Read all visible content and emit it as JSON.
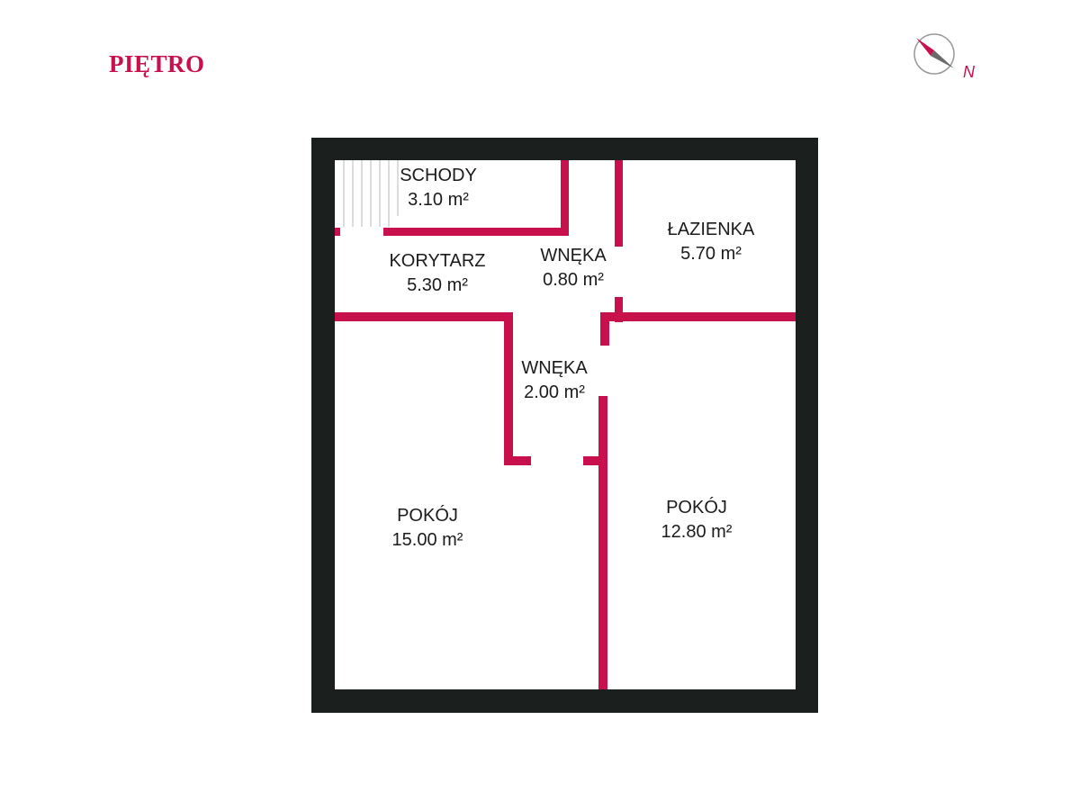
{
  "title": "PIĘTRO",
  "compass": {
    "north_label": "N",
    "icon": "compass-icon"
  },
  "colors": {
    "outer_wall": "#1b1f1e",
    "inner_wall": "#c8104c",
    "title": "#c8104c",
    "text": "#1b1b1b"
  },
  "rooms": [
    {
      "name": "SCHODY",
      "area": "3.10 m²"
    },
    {
      "name": "KORYTARZ",
      "area": "5.30 m²"
    },
    {
      "name": "WNĘKA",
      "area": "0.80 m²"
    },
    {
      "name": "ŁAZIENKA",
      "area": "5.70 m²"
    },
    {
      "name": "WNĘKA",
      "area": "2.00 m²"
    },
    {
      "name": "POKÓJ",
      "area": "15.00 m²"
    },
    {
      "name": "POKÓJ",
      "area": "12.80 m²"
    }
  ]
}
